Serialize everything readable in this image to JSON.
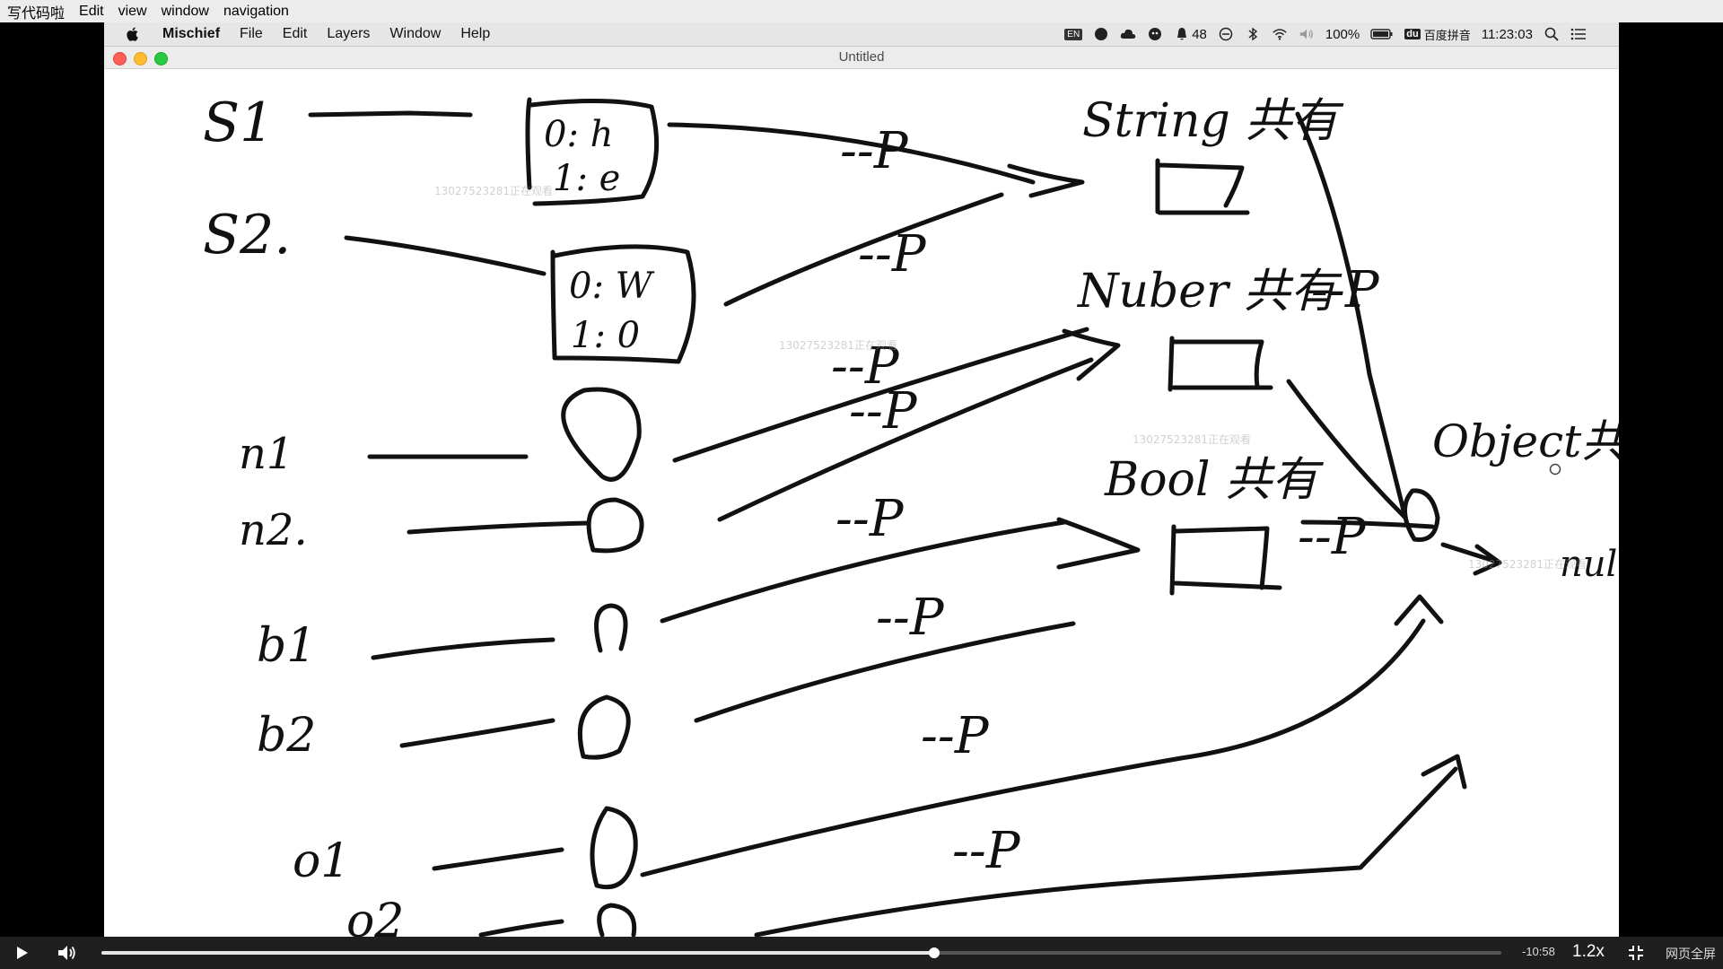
{
  "host_menu": [
    "写代码啦",
    "Edit",
    "view",
    "window",
    "navigation"
  ],
  "mac_menu": {
    "app": "Mischief",
    "items": [
      "File",
      "Edit",
      "Layers",
      "Window",
      "Help"
    ]
  },
  "status_bar": {
    "input_badge": "EN",
    "notification_count": "48",
    "battery": "100%",
    "ime": "百度拼音",
    "ime_badge": "du",
    "clock": "11:23:03"
  },
  "window": {
    "title": "Untitled"
  },
  "canvas": {
    "watermark": "13027523281正在观看",
    "labels": {
      "s1": "S1",
      "s2": "S2.",
      "n1": "n1",
      "n2": "n2.",
      "b1": "b1",
      "b2": "b2",
      "o1": "o1",
      "o2": "o2",
      "arr_s1_0": "0: h",
      "arr_s1_1": "1: e",
      "arr_s2_0": "0: W",
      "arr_s2_1": "1: 0",
      "string_proto": "String 共有",
      "number_proto": "Nuber 共有",
      "bool_proto": "Bool 共有",
      "object_proto": "Object共",
      "null_label": "nul",
      "p_marker": "--P"
    }
  },
  "player": {
    "progress": 0.595,
    "remaining": "-10:58",
    "speed": "1.2x",
    "fullscreen_label": "网页全屏"
  },
  "colors": {
    "traffic_close": "#fe5f57",
    "traffic_min": "#febc2e",
    "traffic_max": "#28c840",
    "ink": "#111111"
  }
}
